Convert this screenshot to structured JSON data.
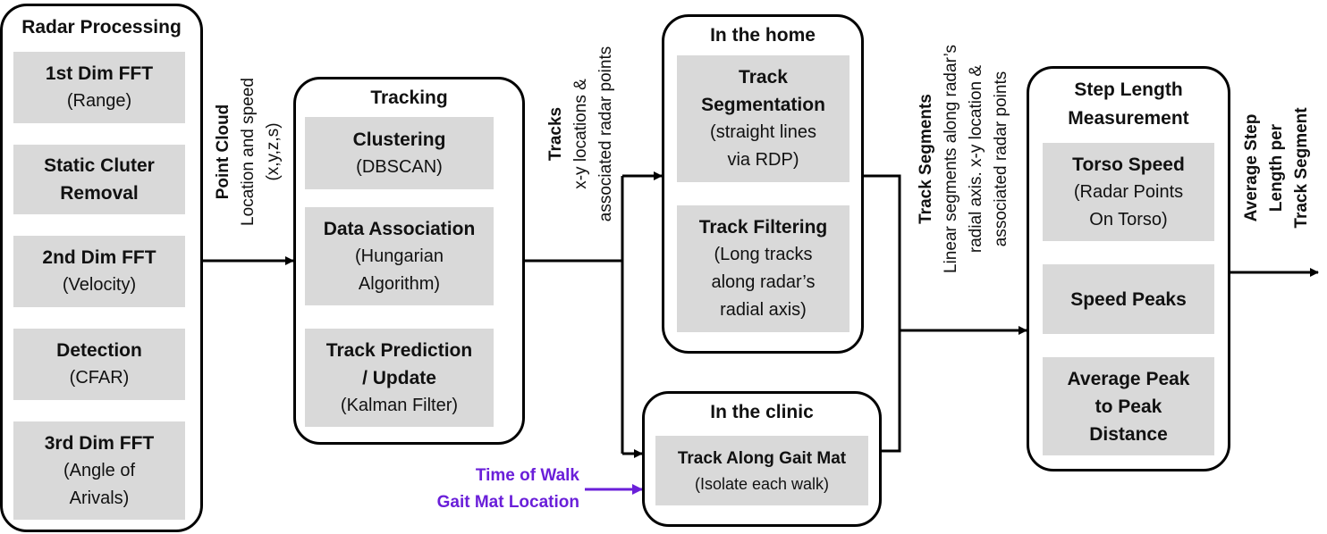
{
  "radar": {
    "title": "Radar Processing",
    "boxes": [
      {
        "title": "1st Dim FFT",
        "sub": "(Range)"
      },
      {
        "title": "Static Cluter\nRemoval",
        "sub": ""
      },
      {
        "title": "2nd Dim FFT",
        "sub": "(Velocity)"
      },
      {
        "title": "Detection",
        "sub": "(CFAR)"
      },
      {
        "title": "3rd Dim FFT",
        "sub": "(Angle of\nArivals)"
      }
    ]
  },
  "point_cloud": {
    "title": "Point Cloud",
    "line1": "Location and speed",
    "line2": "(x,y,z,s)"
  },
  "tracking": {
    "title": "Tracking",
    "boxes": [
      {
        "title": "Clustering",
        "sub": "(DBSCAN)"
      },
      {
        "title": "Data Association",
        "sub": "(Hungarian\nAlgorithm)"
      },
      {
        "title": "Track Prediction\n/ Update",
        "sub": "(Kalman Filter)"
      }
    ]
  },
  "tracks": {
    "title": "Tracks",
    "line1": "x-y locations &",
    "line2": "associated radar points"
  },
  "home": {
    "title": "In the home",
    "boxes": [
      {
        "title": "Track\nSegmentation",
        "sub": "(straight lines\nvia RDP)"
      },
      {
        "title": "Track Filtering",
        "sub": "(Long tracks\nalong radar’s\nradial axis)"
      }
    ]
  },
  "clinic": {
    "title": "In the clinic",
    "box": {
      "title": "Track Along Gait Mat",
      "sub": "(Isolate each walk)"
    },
    "input_line1": "Time of Walk",
    "input_line2": "Gait Mat Location"
  },
  "track_segments": {
    "title": "Track Segments",
    "line1": "Linear segments along radar’s",
    "line2": "radial axis. x-y location &",
    "line3": "associated radar points"
  },
  "step": {
    "title": "Step Length\nMeasurement",
    "boxes": [
      {
        "title": "Torso Speed",
        "sub": "(Radar Points\nOn Torso)"
      },
      {
        "title": "Speed Peaks",
        "sub": ""
      },
      {
        "title": "Average Peak\nto Peak\nDistance",
        "sub": ""
      }
    ]
  },
  "output": {
    "line1": "Average Step",
    "line2": "Length per",
    "line3": "Track Segment"
  },
  "colors": {
    "box_fill": "#d9d9d9",
    "input_color": "#6a1fd9"
  }
}
